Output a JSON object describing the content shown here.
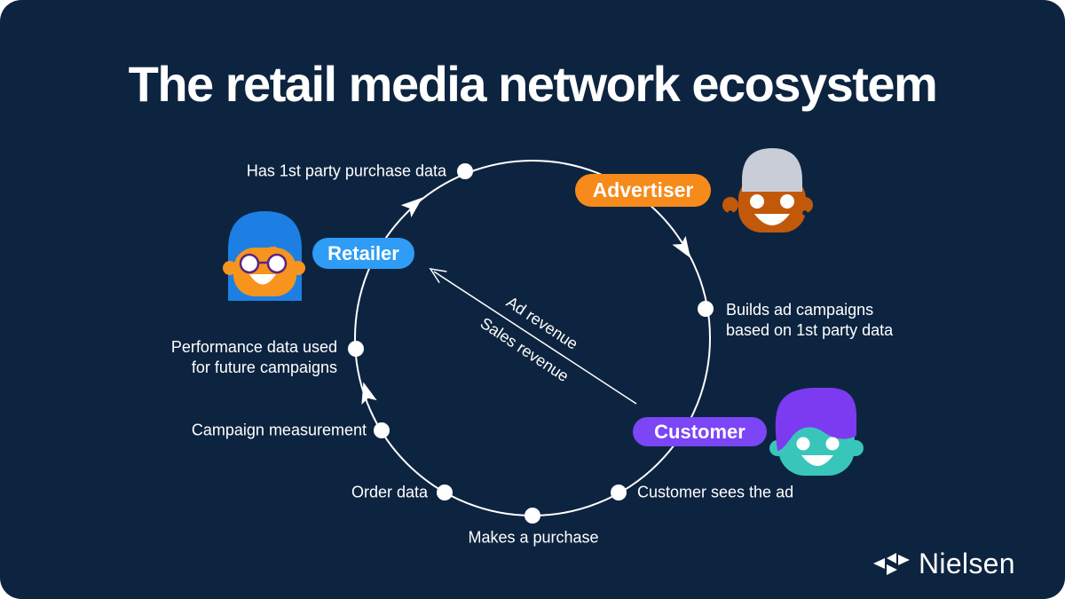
{
  "title": "The retail media network ecosystem",
  "actors": {
    "retailer": {
      "label": "Retailer",
      "pill_color": "#2F9CF5"
    },
    "advertiser": {
      "label": "Advertiser",
      "pill_color": "#F68A1A"
    },
    "customer": {
      "label": "Customer",
      "pill_color": "#7C45F5"
    }
  },
  "steps": {
    "has_data": "Has 1st party purchase data",
    "builds_campaigns": "Builds ad campaigns\nbased on 1st party data",
    "sees_ad": "Customer sees the ad",
    "purchase": "Makes a purchase",
    "order_data": "Order data",
    "measurement": "Campaign measurement",
    "performance": "Performance data used\nfor future campaigns"
  },
  "center_flow": {
    "line1": "Ad revenue",
    "line2": "Sales revenue"
  },
  "brand": {
    "name": "Nielsen"
  },
  "icons": {
    "retailer_avatar": "person-blue-hair-glasses",
    "advertiser_avatar": "person-gray-hair-earrings",
    "customer_avatar": "person-purple-hair",
    "brand_mark": "nielsen-triangles"
  },
  "colors": {
    "background": "#0D2440",
    "line": "#FFFFFF",
    "retailer_hair": "#1D7FE3",
    "retailer_face": "#F7941E",
    "advertiser_hair": "#C9CDD8",
    "advertiser_face": "#C2590A",
    "customer_hair": "#7C3BF0",
    "customer_face": "#39C6BA"
  }
}
